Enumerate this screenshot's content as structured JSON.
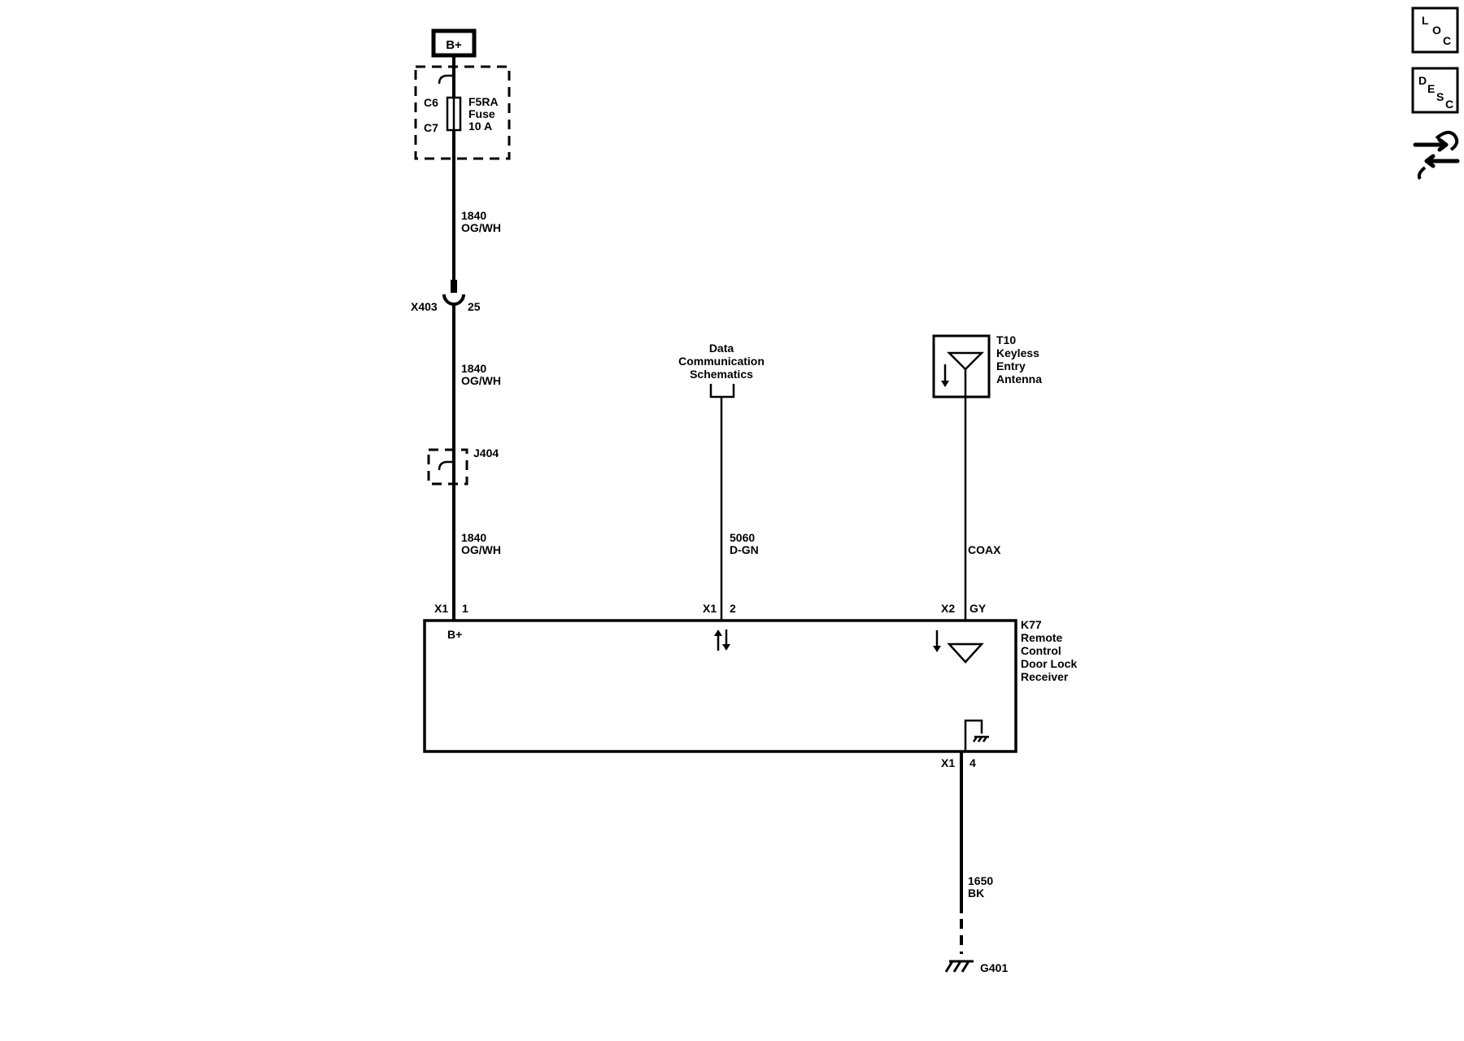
{
  "power_source": {
    "label": "B+"
  },
  "fuse": {
    "pin_top": "C6",
    "pin_bottom": "C7",
    "line1": "F5RA",
    "line2": "Fuse",
    "line3": "10 A"
  },
  "wire_1840_a": {
    "circuit": "1840",
    "color": "OG/WH"
  },
  "connector_x403": {
    "name": "X403",
    "pin": "25"
  },
  "wire_1840_b": {
    "circuit": "1840",
    "color": "OG/WH"
  },
  "splice_j404": {
    "name": "J404"
  },
  "wire_1840_c": {
    "circuit": "1840",
    "color": "OG/WH"
  },
  "data_comm": {
    "line1": "Data",
    "line2": "Communication",
    "line3": "Schematics"
  },
  "wire_5060": {
    "circuit": "5060",
    "color": "D-GN"
  },
  "antenna_t10": {
    "line1": "T10",
    "line2": "Keyless",
    "line3": "Entry",
    "line4": "Antenna"
  },
  "wire_coax": {
    "label": "COAX"
  },
  "module_k77": {
    "line1": "K77",
    "line2": "Remote",
    "line3": "Control",
    "line4": "Door Lock",
    "line5": "Receiver",
    "pin1_connector": "X1",
    "pin1_number": "1",
    "pin1_label": "B+",
    "pin2_connector": "X1",
    "pin2_number": "2",
    "pin_gy_connector": "X2",
    "pin_gy_number": "GY",
    "pin4_connector": "X1",
    "pin4_number": "4"
  },
  "wire_1650": {
    "circuit": "1650",
    "color": "BK"
  },
  "ground": {
    "name": "G401"
  },
  "nav": {
    "loc": {
      "c1": "L",
      "c2": "O",
      "c3": "C"
    },
    "desc": {
      "c1": "D",
      "c2": "E",
      "c3": "S",
      "c4": "C"
    },
    "swap_icon": "swap-arrows-icon"
  }
}
